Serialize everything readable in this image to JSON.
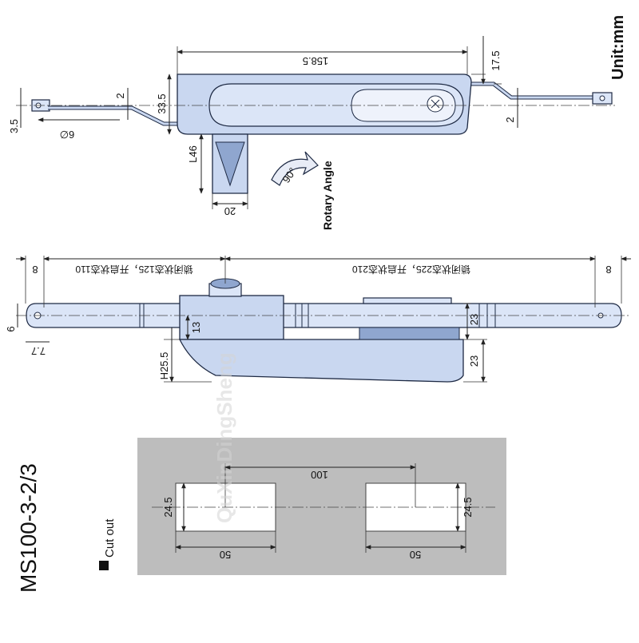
{
  "unit_label": "Unit:mm",
  "model": "MS100-3-2/3",
  "cutout_label": "Cut out",
  "watermark": "QuXinDingSheng",
  "top_view": {
    "rotary_label": "Rotary Angle",
    "angle": "90°",
    "dims": {
      "length": "158.5",
      "height_right": "17.5",
      "offset_right": "2",
      "offset_left": "2",
      "width": "33.5",
      "rod_thickness": "3.5",
      "hole": "6∅",
      "cam_length": "L46",
      "cam_width": "20"
    }
  },
  "side_view": {
    "dims": {
      "end_left": "8",
      "end_right": "8",
      "left_span": "锁闭状态125，开启状态110",
      "right_span": "锁闭状态225，开启状态210",
      "rod_dia": "6",
      "hole": "7.7",
      "housing_h": "13",
      "depth": "H25.5",
      "rod_h": "23",
      "cam_h": "23"
    }
  },
  "cutout": {
    "spacing": "100",
    "left_h": "24.5",
    "right_h": "24.5",
    "left_w": "50",
    "right_w": "50"
  }
}
